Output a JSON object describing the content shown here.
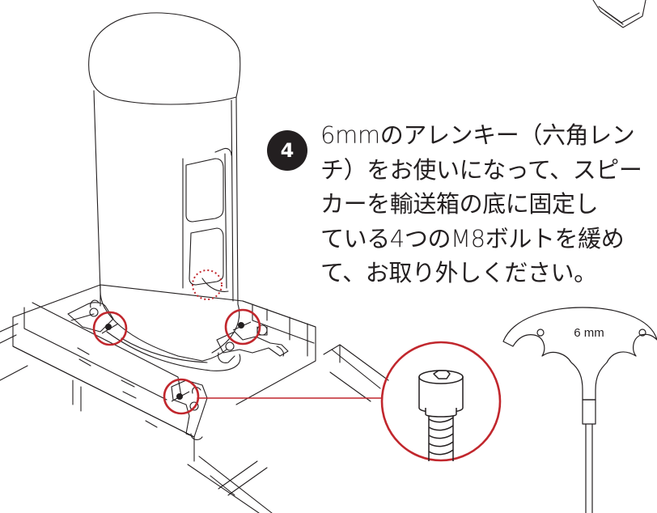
{
  "step": {
    "number": "4",
    "instruction_lines": [
      "6mmのアレンキー（六角レン",
      "チ）をお使いになって、スピー",
      "カーを輸送箱の底に固定し",
      "ている4つのM8ボルトを緩め",
      "て、お取り外しください。"
    ]
  },
  "wrench": {
    "size_label": "6 mm"
  },
  "colors": {
    "line_art": "#231f20",
    "highlight_red": "#c1272d",
    "badge": "#231f20"
  },
  "icons": [
    "speaker-illustration",
    "bolt-detail-icon",
    "allen-key-icon",
    "dotted-highlight-circle",
    "red-highlight-circle"
  ]
}
